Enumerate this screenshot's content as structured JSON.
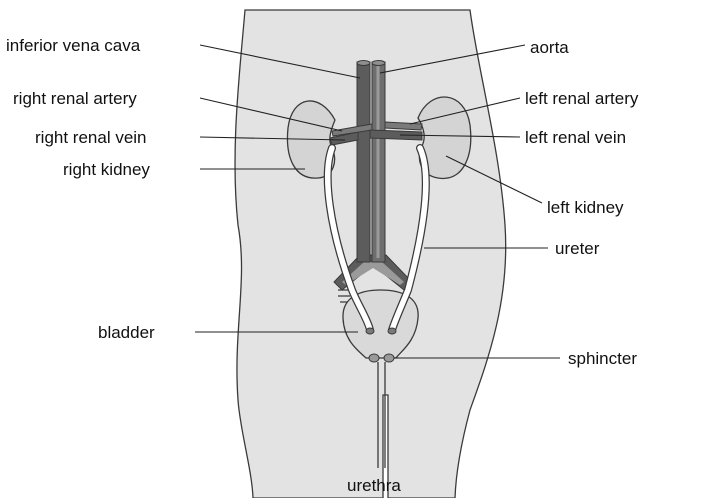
{
  "colors": {
    "body": "#e3e3e3",
    "organ": "#d4d4d4",
    "vessel": "#5c5c5c",
    "vessel_light": "#8f8f8f",
    "ureter": "#ffffff",
    "outline": "#3a3a3a"
  },
  "labels": {
    "inferior_vena_cava": "inferior vena cava",
    "aorta": "aorta",
    "right_renal_artery": "right renal artery",
    "left_renal_artery": "left renal artery",
    "right_renal_vein": "right renal vein",
    "left_renal_vein": "left renal vein",
    "right_kidney": "right kidney",
    "left_kidney": "left kidney",
    "ureter": "ureter",
    "bladder": "bladder",
    "sphincter": "sphincter",
    "urethra": "urethra"
  }
}
